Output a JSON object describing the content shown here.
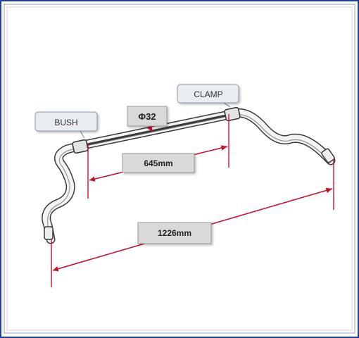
{
  "callouts": {
    "bush": "BUSH",
    "clamp": "CLAMP",
    "diameter": "Φ32"
  },
  "dimensions": {
    "inner_span": "645mm",
    "overall_span": "1226mm"
  },
  "colors": {
    "frame_border": "#1f3f8f",
    "dimension_line": "#c8102e",
    "callout_fill": "#e9edf2",
    "callout_border": "#8a96a6",
    "label_fill": "#d9d9d9",
    "bar_dark": "#3a3a3a"
  }
}
